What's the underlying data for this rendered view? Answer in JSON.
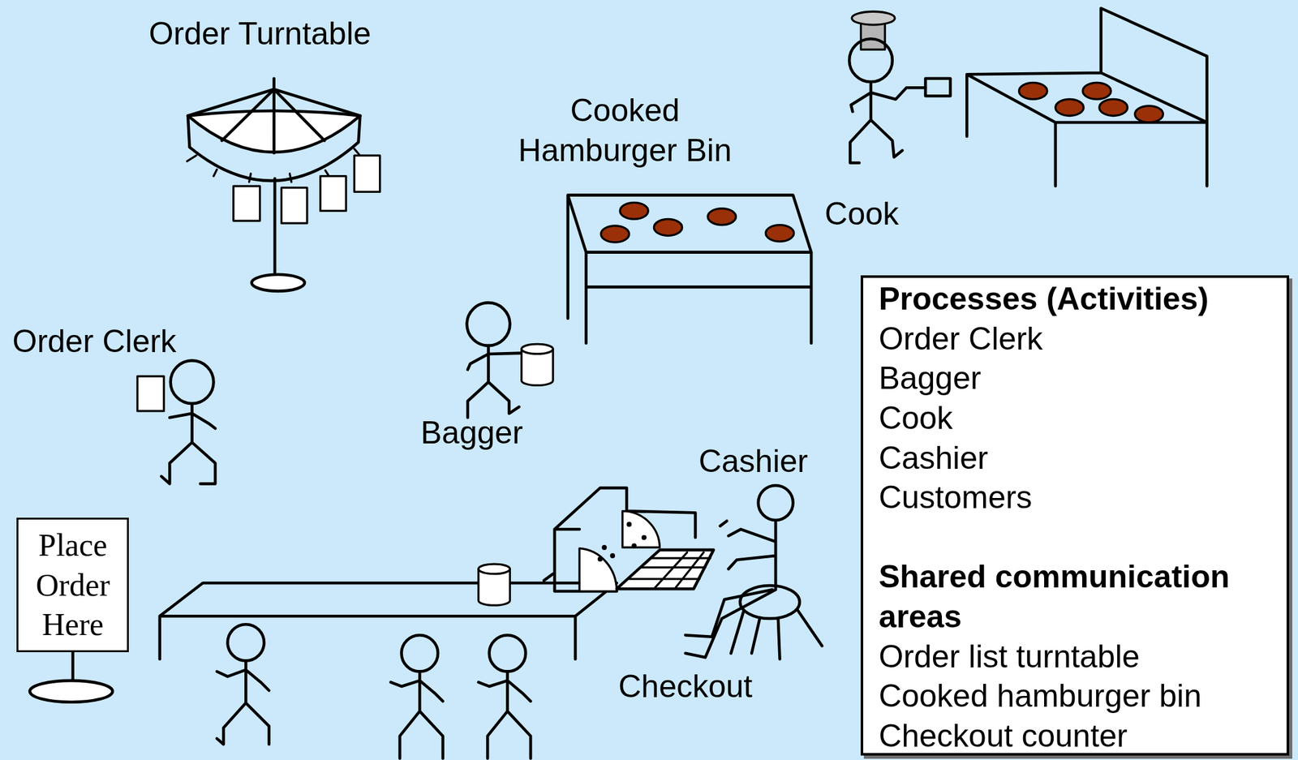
{
  "diagram": {
    "nodes": [
      {
        "text": [
          "Processes (Activities)",
          "Order Clerk",
          "Bagger",
          "Cook",
          "Cashier",
          "Customers",
          "Shared communication areas",
          "Order list turntable",
          "Cooked hamburger bin",
          "Checkout counter"
        ]
      },
      {
        "text": [
          "Place Order Here"
        ]
      }
    ],
    "labels": [
      "Order Turntable",
      "Cooked Hamburger Bin",
      "Cook",
      "Order Clerk",
      "Bagger",
      "Cashier",
      "Checkout"
    ]
  }
}
